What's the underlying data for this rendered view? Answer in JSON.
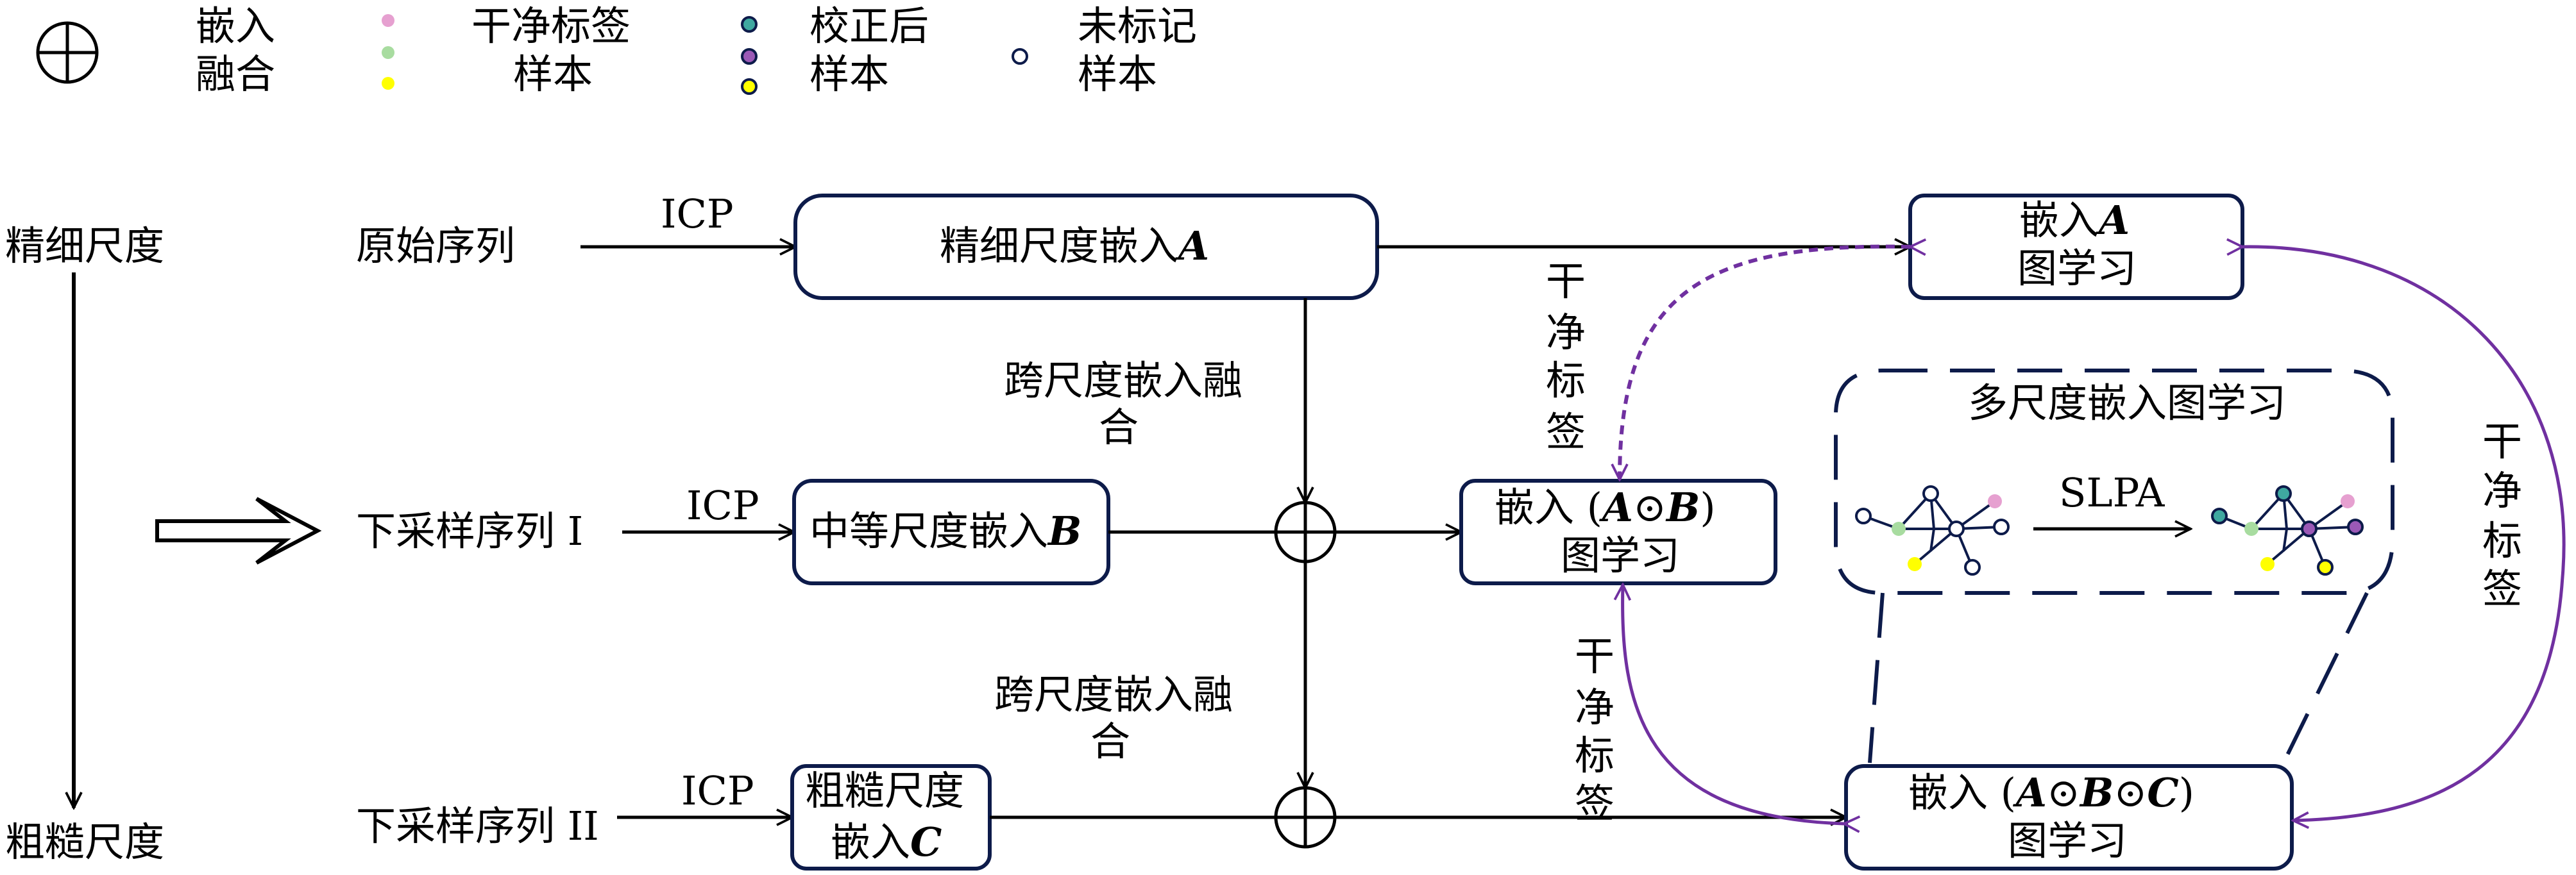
{
  "colors": {
    "box_border": "#0d1b4a",
    "purple": "#7030a0",
    "pink": "#e6a0d0",
    "green": "#a8dca0",
    "yellow": "#ffff00",
    "teal": "#3fa8a0",
    "violet": "#9b59b6"
  },
  "legend": {
    "fusion_line1": "嵌入",
    "fusion_line2": "融合",
    "clean_line1": "干净标签",
    "clean_line2": "样本",
    "corrected_line1": "校正后",
    "corrected_line2": "样本",
    "unlabeled_line1": "未标记",
    "unlabeled_line2": "样本"
  },
  "scale": {
    "fine": "精细尺度",
    "coarse": "粗糙尺度"
  },
  "rows": {
    "original": "原始序列",
    "downsample1": "下采样序列 I",
    "downsample2": "下采样序列 II"
  },
  "icp": "ICP",
  "boxes": {
    "fine_embed": "精细尺度嵌入",
    "fine_var": "A",
    "medium_embed": "中等尺度嵌入",
    "medium_var": "B",
    "coarse_line1": "粗糙尺度",
    "coarse_line2": "嵌入",
    "coarse_var": "C",
    "graphA_line1": "嵌入",
    "graphA_var": "A",
    "graphA_line2": "图学习",
    "graphAB_prefix": "嵌入",
    "graphAB_A": "A",
    "graphAB_dot": "⊙",
    "graphAB_B": "B",
    "graphAB_line2": "图学习",
    "graphABC_prefix": "嵌入",
    "graphABC_A": "A",
    "graphABC_dot1": "⊙",
    "graphABC_B": "B",
    "graphABC_dot2": "⊙",
    "graphABC_C": "C",
    "graphABC_line2": "图学习"
  },
  "cross_fusion": {
    "line1": "跨尺度嵌入融",
    "line2": "合"
  },
  "clean_label_vertical": [
    "干",
    "净",
    "标",
    "签"
  ],
  "multi_scale_title": "多尺度嵌入图学习",
  "slpa": "SLPA"
}
